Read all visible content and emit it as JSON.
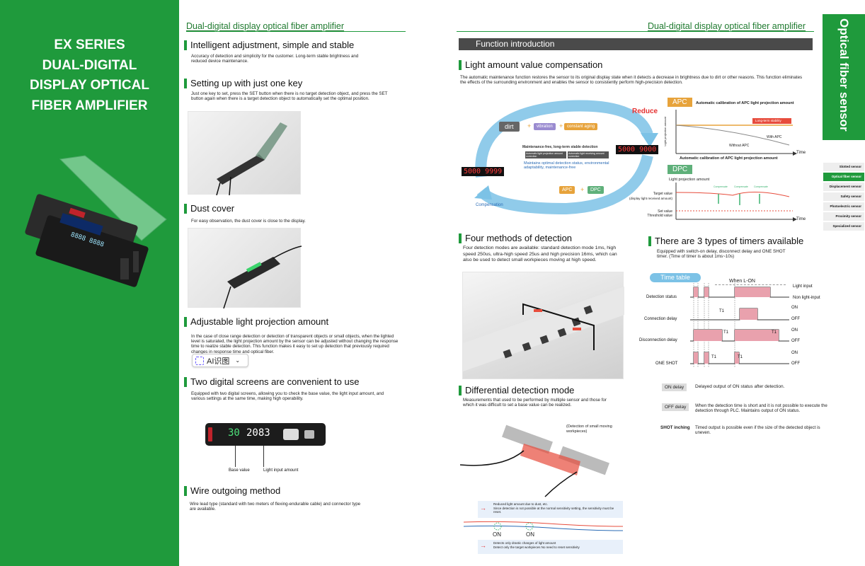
{
  "left": {
    "title_lines": [
      "EX SERIES",
      "DUAL-DIGITAL",
      "DISPLAY OPTICAL",
      "FIBER AMPLIFIER"
    ]
  },
  "page_left": {
    "header": "Dual-digital display optical fiber amplifier",
    "sections": {
      "s1": {
        "title": "Intelligent adjustment, simple and stable",
        "text": "Accuracy of detection and simplicity for the customer. Long-term stable brightness and reduced device maintenance."
      },
      "s2": {
        "title": "Setting up with just one key",
        "text": "Just one key to set, press the SET button when there is no target detection object, and press the SET button again when there is a target detection object to automatically set the optimal position."
      },
      "s3": {
        "title": "Dust cover",
        "text": "For easy observation, the dust cover is close to the display."
      },
      "s4": {
        "title": "Adjustable light projection amount",
        "text": "In the case of close range detection or detection of transparent objects or small objects, when the lighted level is saturated, the light projection amount by the sensor can be adjusted without changing the response time to realize stable detection. This function makes it easy to set up detection that previously required changes in response time and optical fiber."
      },
      "s5": {
        "title": "Two digital screens are convenient to use",
        "text": "Equipped with two digital screens, allowing you to check the base value, the light input amount, and various settings at the same time, making high operability."
      },
      "s6": {
        "title": "Wire outgoing method",
        "text": "Wire lead type (standard with two meters of flexing-endurable cable) and connector type are available."
      }
    },
    "ai_button": "AI识图",
    "display": {
      "left_value": "30",
      "right_value": "2083",
      "base_label": "Base value",
      "light_label": "Light input amount"
    }
  },
  "page_right": {
    "header": "Dual-digital display optical fiber amplifier",
    "func_bar": "Function introduction",
    "lavc": {
      "title": "Light amount value compensation",
      "text": "The automatic maintenance function restores the sensor to its original display state when it detects a decrease in brightness due to dirt or other reasons. This function eliminates the effects of the surrounding environment and enables the sensor to consistently perform high-precision detection.",
      "reduce": "Reduce",
      "dirt": "dirt",
      "plus": "+",
      "vibration": "vibration",
      "aging": "constant aging",
      "maint_title": "Maintenance-free, long-term stable detection",
      "maint_a": "Automatic light projection amount correction",
      "maint_b": "Automatic light receiving amount correction",
      "maint_text": "Maintains optimal detection status, environmental adaptability, maintenance-free",
      "display_top": "5000 9000",
      "display_left": "5000 9999",
      "apc_tag": "APC",
      "dpc_tag": "DPC",
      "compensation": "Compensation"
    },
    "apc": {
      "label": "APC",
      "title": "Automatic calibration of APC light projection amount",
      "yaxis": "Light projection amount",
      "long_term": "Long-term stability",
      "with_apc": "With APC",
      "without_apc": "Without APC",
      "time": "Time",
      "caption": "Automatic calibration of APC light projection amount"
    },
    "dpc": {
      "label": "DPC",
      "yaxis": "Light projection amount",
      "target": "Target value",
      "target2": "(display light received amount)",
      "set_value": "Set value",
      "threshold": "Threshold value",
      "time": "Time",
      "compensate": "Compensate"
    },
    "four": {
      "title": "Four methods of detection",
      "text": "Four detection modes are available: standard detection mode 1ms, high speed 250us, ultra-high speed 25us and high precision 16ms, which can also be used to detect small workpieces moving at high speed."
    },
    "timers": {
      "title": "There are 3 types of timers available",
      "text": "Equipped with switch-on delay, disconnect delay and ONE SHOT timer. (Time of timer is about 1ms~10s)",
      "table_label": "Time table",
      "when_lon": "When L-ON",
      "detection": "Detection status",
      "connection": "Connection delay",
      "disconnection": "Disconnection delay",
      "oneshot": "ONE SHOT",
      "light_input": "Light input",
      "non_light": "Non light-input",
      "on": "ON",
      "off": "OFF",
      "t1": "T1",
      "on_delay_tag": "ON delay",
      "on_delay_text": "Delayed output of ON status after detection.",
      "off_delay_tag": "OFF delay",
      "off_delay_text": "When the detection time is short and it is not possible to execute the detection through PLC. Maintains output of ON status.",
      "shot_tag": "SHOT inching",
      "shot_text": "Timed output is possible even if the size of the detected object is uneven."
    },
    "diff": {
      "title": "Differential detection mode",
      "text": "Measurements that used to be performed by multiple sensor and those for which it was difficult to set a base value can be realized.",
      "callout": "(Detection of small moving workpieces)",
      "note1a": "Reduced light amount due to dust, etc.",
      "note1b": "Since detection is not possible at the normal sensitivity setting, the sensitivity must be reset.",
      "on": "ON",
      "note2a": "Detects only drastic changes of light amount",
      "note2b": "Detect only the target workpieces No need to reset sensitivity"
    },
    "side": {
      "vertical": "Optical fiber sensor",
      "items": [
        "Slotted sensor",
        "Optical fiber sensor",
        "Displacement sensor",
        "Safety sensor",
        "Photoelectric sensor",
        "Proximity sensor",
        "Specialized sensor"
      ]
    }
  }
}
